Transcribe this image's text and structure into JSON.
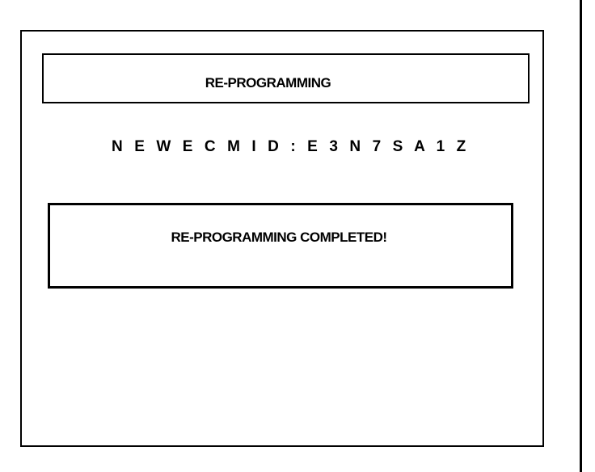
{
  "screen": {
    "title": "RE-PROGRAMMING",
    "ecm_line": "N E W   E C M   I D  :  E 3 N 7 S A 1 Z",
    "status_message": "RE-PROGRAMMING COMPLETED!"
  }
}
